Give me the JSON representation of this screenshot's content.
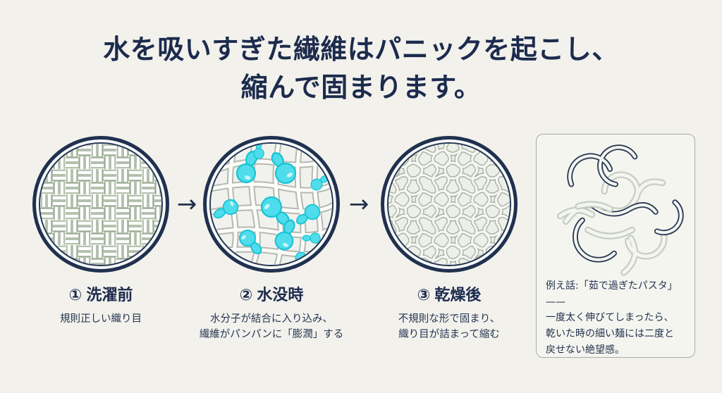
{
  "title": {
    "line1": "水を吸いすぎた繊維はパニックを起こし、",
    "line2": "縮んで固まります。"
  },
  "steps": [
    {
      "number": "①",
      "heading": "洗濯前",
      "description": "規則正しい織り目"
    },
    {
      "number": "②",
      "heading": "水没時",
      "description": "水分子が結合に入り込み、\n繊維がパンパンに「膨潤」する"
    },
    {
      "number": "③",
      "heading": "乾燥後",
      "description": "不規則な形で固まり、\n織り目が詰まって縮む"
    }
  ],
  "arrow_icon": "→",
  "analogy": {
    "text": "例え話:「茹で過ぎたパスタ」——\n一度太く伸びてしまったら、\n乾いた時の細い麺には二度と\n戻せない絶望感。"
  },
  "colors": {
    "background": "#f2f1ec",
    "title_navy": "#1c2b4d",
    "ring_navy": "#20304f",
    "weave_green": "#9aab94",
    "weave_bg": "#e8eee2",
    "strand_gray": "#b4bab0",
    "droplet_fill": "#4fddeb",
    "droplet_stroke": "#18c2d6",
    "panel_border": "#a7aba6",
    "noodle_dark": "#2b3c58",
    "noodle_sage": "#c5cec2"
  }
}
